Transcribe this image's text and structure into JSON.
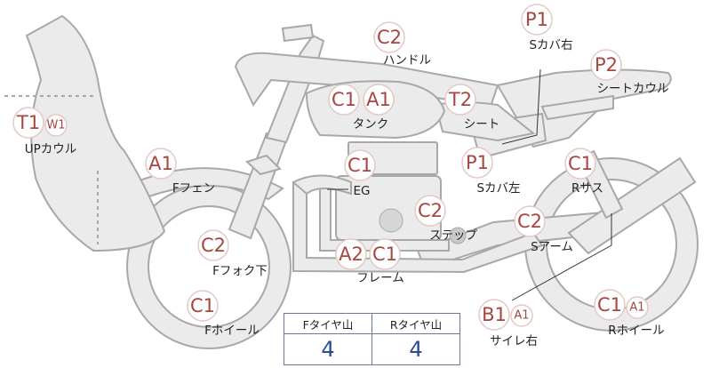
{
  "parts": {
    "c2_handle": {
      "code": "C2",
      "label": "ハンドル"
    },
    "p1_scover_r": {
      "code": "P1",
      "label": "Sカバ右"
    },
    "p2_seatcowl": {
      "code": "P2",
      "label": "シートカウル"
    },
    "c1_tank": {
      "code": "C1",
      "label": "タンク"
    },
    "a1_tank": {
      "code": "A1"
    },
    "t2_seat": {
      "code": "T2",
      "label": "シート"
    },
    "t1_upcowl": {
      "code": "T1",
      "label": "UPカウル"
    },
    "w1_upcowl": {
      "code": "W1"
    },
    "a1_ffender": {
      "code": "A1",
      "label": "Fフェン"
    },
    "c1_eg": {
      "code": "C1",
      "label": "EG"
    },
    "p1_scover_l": {
      "code": "P1",
      "label": "Sカバ左"
    },
    "c1_rsus": {
      "code": "C1",
      "label": "Rサス"
    },
    "c2_step": {
      "code": "C2",
      "label": "ステップ"
    },
    "c2_sarm": {
      "code": "C2",
      "label": "Sアーム"
    },
    "c2_ffork": {
      "code": "C2",
      "label": "Fフォク下"
    },
    "a2_frame": {
      "code": "A2",
      "label": "フレーム"
    },
    "c1_frame": {
      "code": "C1"
    },
    "c1_fwheel": {
      "code": "C1",
      "label": "Fホイール"
    },
    "b1_silencer": {
      "code": "B1",
      "label": "サイレ右"
    },
    "a1_silencer": {
      "code": "A1"
    },
    "c1_rwheel": {
      "code": "C1",
      "label": "Rホイール"
    },
    "a1_rwheel": {
      "code": "A1"
    }
  },
  "tire_table": {
    "headers": [
      "Fタイヤ山",
      "Rタイヤ山"
    ],
    "values": [
      "4",
      "4"
    ]
  },
  "colors": {
    "code_text": "#a8453e",
    "badge_ring": "#e3c9c4",
    "table_value": "#2a4a9a",
    "body_fill": "#ebebeb"
  }
}
